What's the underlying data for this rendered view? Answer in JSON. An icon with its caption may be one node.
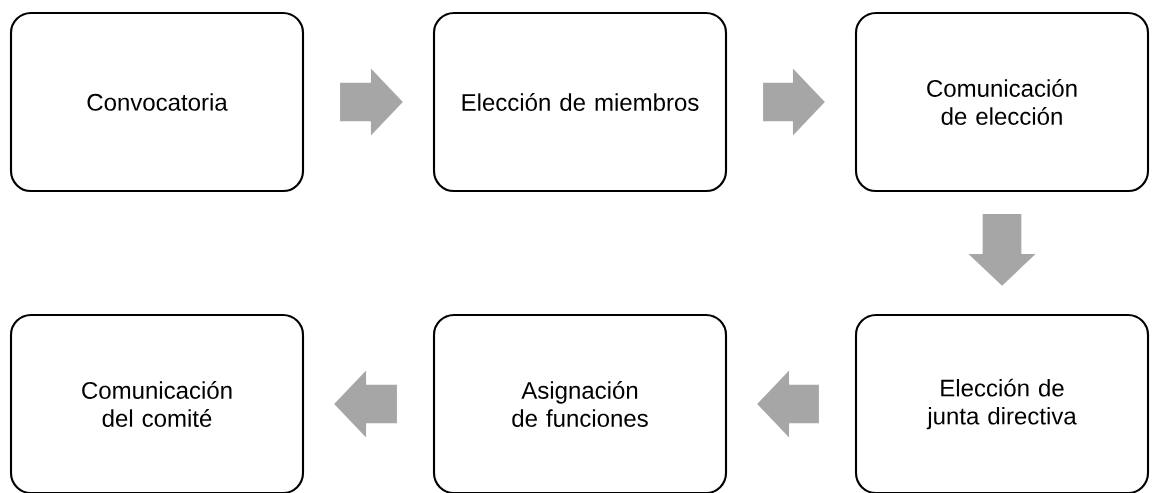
{
  "diagram": {
    "nodes": [
      {
        "text": [
          "Convocatoria"
        ]
      },
      {
        "text": [
          "Elección de miembros"
        ]
      },
      {
        "text": [
          "Comunicación de elección"
        ]
      },
      {
        "text": [
          "Comunicación del comité"
        ]
      },
      {
        "text": [
          "Asignación de funciones"
        ]
      },
      {
        "text": [
          "Elección de junta directiva"
        ]
      }
    ],
    "edges": [
      {
        "from": 0,
        "to": 1,
        "arrow": "to"
      },
      {
        "from": 1,
        "to": 2,
        "arrow": "to"
      },
      {
        "from": 2,
        "to": 5,
        "arrow": "to"
      },
      {
        "from": 5,
        "to": 4,
        "arrow": "to"
      },
      {
        "from": 4,
        "to": 3,
        "arrow": "to"
      }
    ]
  }
}
